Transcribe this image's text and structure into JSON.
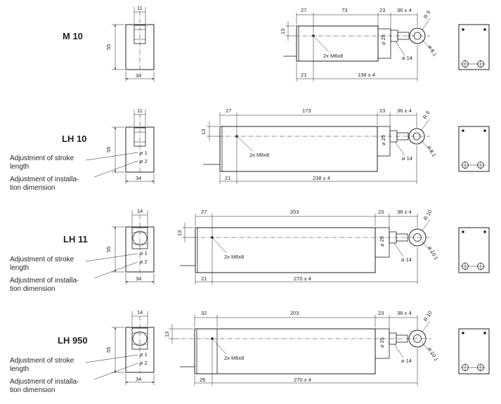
{
  "rows": [
    {
      "model": "M 10",
      "end_top": "11",
      "end_side": "55",
      "end_bottom": "34",
      "top": [
        "27",
        "73",
        "23",
        "36 ± 4"
      ],
      "bottom": [
        "21",
        "138 ± 4"
      ],
      "h": "13",
      "dia_body": "⌀ 25",
      "dia_pin": "⌀ 14",
      "radius": "R 9",
      "dia_eye": "⌀ 8.1",
      "thread": "2x M6x8",
      "notes": []
    },
    {
      "model": "LH 10",
      "end_top": "11",
      "end_side": "55",
      "end_bottom": "34",
      "top": [
        "27",
        "173",
        "23",
        "36 ± 4"
      ],
      "bottom": [
        "21",
        "238 ± 4"
      ],
      "h": "13",
      "dia_body": "⌀ 25",
      "dia_pin": "⌀ 14",
      "radius": "R 9",
      "dia_eye": "⌀ 8.1",
      "thread": "2x M6x8",
      "labels": [
        "⌀ 1",
        "⌀ 2"
      ],
      "notes": [
        "Adjustment of stroke",
        "length",
        "Adjustment of installa-",
        "tion dimension"
      ]
    },
    {
      "model": "LH 11",
      "end_top": "14",
      "end_side": "55",
      "end_bottom": "34",
      "top": [
        "27",
        "203",
        "23",
        "38 ± 4"
      ],
      "bottom": [
        "21",
        "270 ± 4"
      ],
      "h": "13",
      "dia_body": "⌀ 25",
      "dia_pin": "⌀ 14",
      "radius": "R 10",
      "dia_eye": "⌀ 10.1",
      "thread": "2x M6x8",
      "labels": [
        "⌀ 1",
        "⌀ 2"
      ],
      "notes": [
        "Adjustment of stroke",
        "length",
        "Adjustment of installa-",
        "tion dimension"
      ]
    },
    {
      "model": "LH 950",
      "end_top": "14",
      "end_side": "55",
      "end_bottom": "34",
      "top": [
        "32",
        "203",
        "23",
        "38 ± 4"
      ],
      "bottom": [
        "26",
        "270 ± 4"
      ],
      "h": "13",
      "dia_body": "⌀ 25",
      "dia_pin": "⌀ 14",
      "radius": "R 10",
      "dia_eye": "⌀ 10.1",
      "thread": "2x M6x8",
      "labels": [
        "⌀ 1",
        "⌀ 2"
      ],
      "notes": [
        "Adjustment of stroke",
        "length",
        "Adjustment of installa-",
        "tion dimension"
      ]
    }
  ]
}
